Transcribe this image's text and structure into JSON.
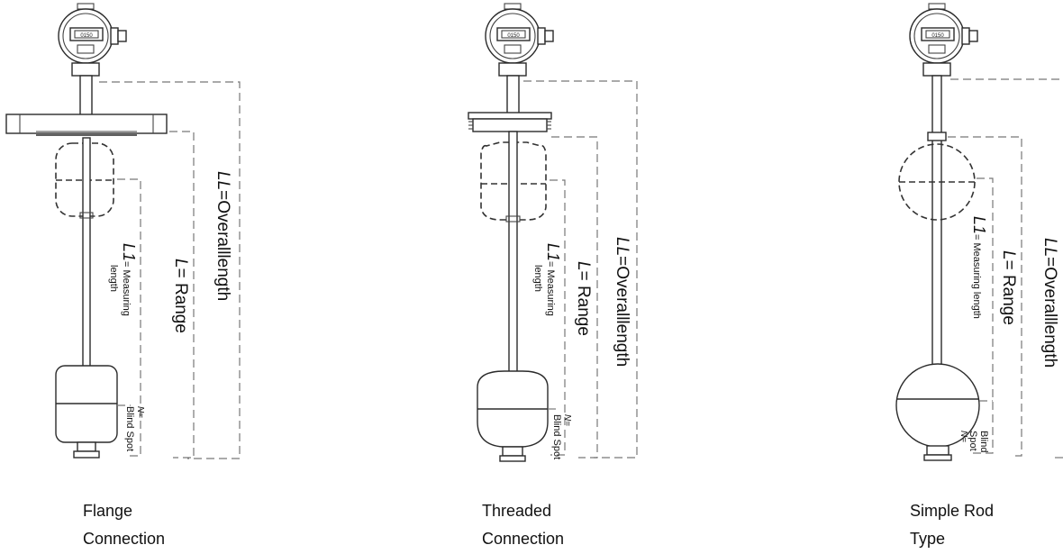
{
  "panels": [
    {
      "caption": [
        "Flange",
        "Connection"
      ],
      "ll_symbol": "LL",
      "ll_text": "=Overalllength",
      "l_symbol": "L",
      "l_text": "= Range",
      "l1_symbol": "L1",
      "l1_text": "= Measuring",
      "l1_text2": "length",
      "n_symbol": "N",
      "n_text": "=",
      "n_text2": "Blind Spot"
    },
    {
      "caption": [
        "Threaded",
        "Connection"
      ],
      "ll_symbol": "LL",
      "ll_text": "=Overalllength",
      "l_symbol": "L",
      "l_text": "= Range",
      "l1_symbol": "L1",
      "l1_text": "= Measuring",
      "l1_text2": "length",
      "n_symbol": "N",
      "n_text": "=",
      "n_text2": "Blind Spot"
    },
    {
      "caption": [
        "Simple Rod",
        "Type"
      ],
      "ll_symbol": "LL",
      "ll_text": "=Overalllength",
      "l_symbol": "L",
      "l_text": "= Range",
      "l1_symbol": "L1",
      "l1_text": "= Measuring length",
      "n_symbol": "N",
      "n_text": "=",
      "n_text2": "Blind",
      "n_text3": "Spot"
    }
  ],
  "display_reading": "0150"
}
